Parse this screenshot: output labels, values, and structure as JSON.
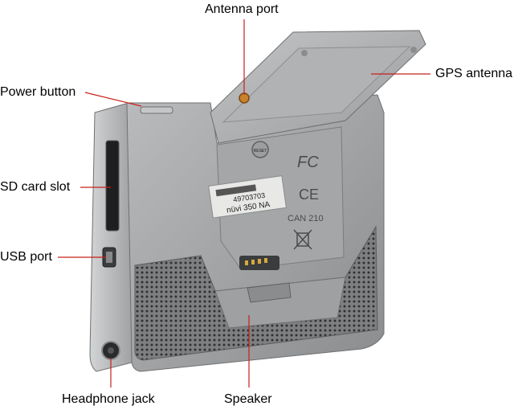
{
  "labels": {
    "antenna_port": "Antenna port",
    "gps_antenna": "GPS antenna",
    "power_button": "Power button",
    "sd_card_slot": "SD card slot",
    "usb_port": "USB port",
    "headphone_jack": "Headphone jack",
    "speaker": "Speaker"
  },
  "device_text": {
    "serial": "49703703",
    "model": "nüvi 350 NA",
    "can_code": "CAN 210",
    "reset": "RESET",
    "fcc_mark": "FC",
    "ce_mark": "CE"
  },
  "colors": {
    "body": "#9a9c9e",
    "body_light": "#b4b6b8",
    "body_dark": "#6e7072",
    "leader_line": "#c8201a",
    "antenna_tip": "#c9822a"
  }
}
